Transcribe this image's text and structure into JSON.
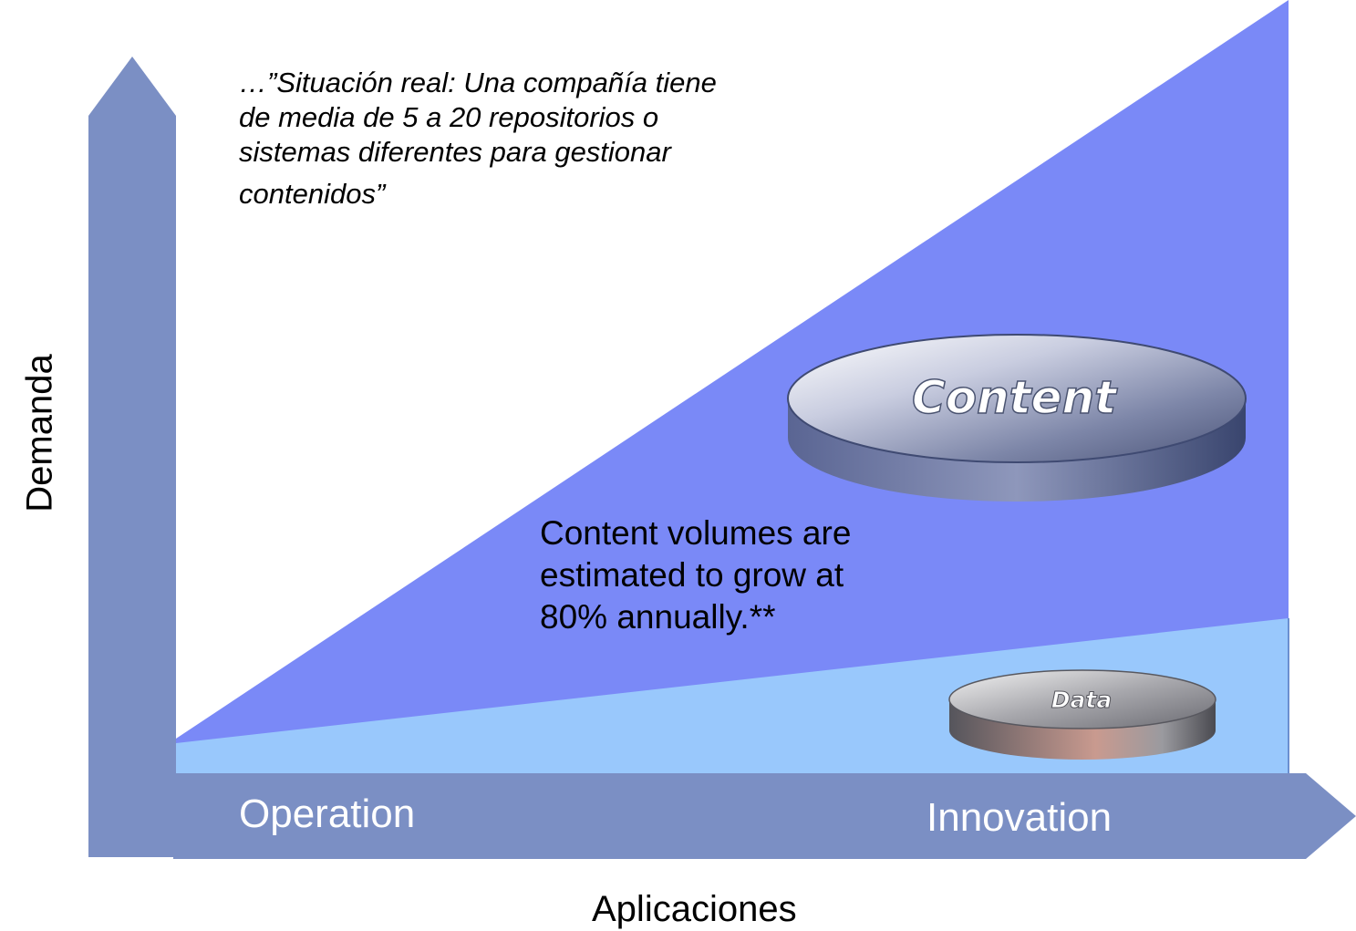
{
  "diagram": {
    "quote": {
      "prefix": "…”",
      "lines": [
        "Situación real: Una compañía tiene",
        "de media de 5 a 20 repositorios o",
        "sistemas diferentes para gestionar",
        "contenidos"
      ],
      "suffix": "”"
    },
    "note_lines": [
      "Content volumes are",
      "estimated to grow at",
      "80% annually.**"
    ],
    "y_axis_label": "Demanda",
    "x_axis_label": "Aplicaciones",
    "x_axis_band_labels": {
      "start": "Operation",
      "end": "Innovation"
    },
    "disks": {
      "large": "Content",
      "small": "Data"
    },
    "colors": {
      "axis": "#7b8fc4",
      "content_area": "#7a89f7",
      "data_area": "#99c8fc",
      "disk_edge": "#39456e",
      "disk_top": "#e6e8f2"
    }
  }
}
